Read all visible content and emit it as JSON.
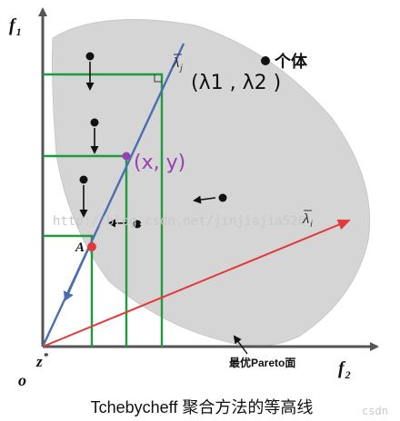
{
  "labels": {
    "f1": "f",
    "f1_sub": "1",
    "f2": "f",
    "f2_sub": "2",
    "origin": "o",
    "ideal": "z",
    "ideal_sup": "*",
    "point_a": "A",
    "lambda_j": "λ",
    "lambda_j_sub": "j",
    "lambda_i": "λ",
    "lambda_i_sub": "i",
    "weights_note": "(λ1 , λ2 )",
    "point_note": "(x, y)",
    "individual": "个体",
    "pareto_front": "最优Pareto面",
    "caption": "Tchebycheff 聚合方法的等高线",
    "watermark": "http://blog.csdn.net/jinjiajia520",
    "watermark_corner": "csdn"
  },
  "colors": {
    "region_fill": "#d5d5d5",
    "green": "#1f9a3c",
    "blue": "#4a6fb0",
    "red": "#e23a3a",
    "purple": "#9a3fb0",
    "axis": "#555555"
  }
}
